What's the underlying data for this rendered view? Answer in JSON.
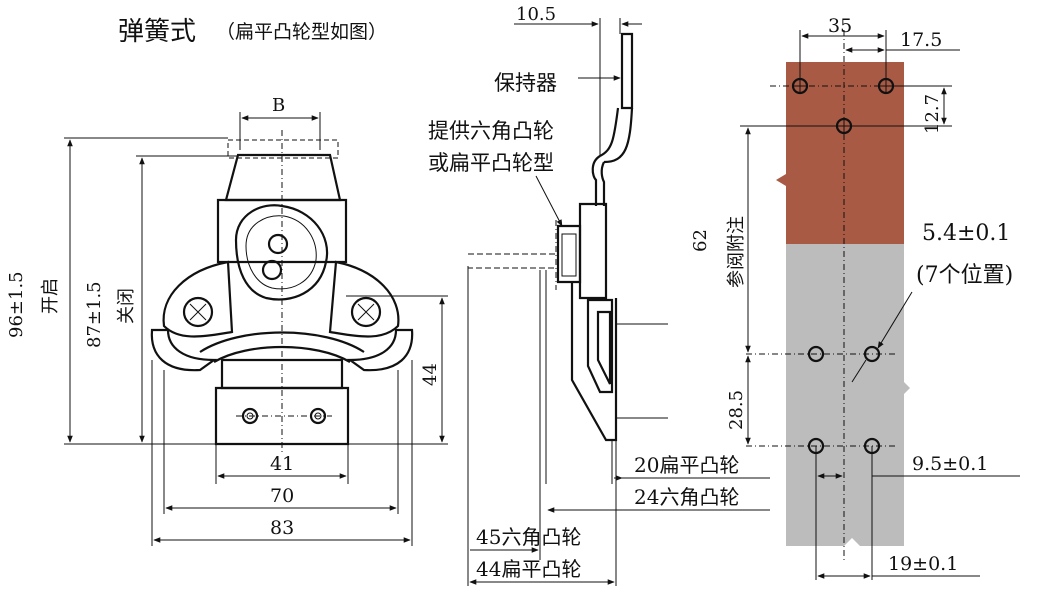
{
  "title": {
    "main": "弹簧式",
    "note": "（扁平凸轮型如图）"
  },
  "front_view": {
    "b_label": "B",
    "dim_96": "96±1.5",
    "dim_96_note": "开启",
    "dim_87": "87±1.5",
    "dim_87_note": "关闭",
    "dim_44": "44",
    "dim_41": "41",
    "dim_70": "70",
    "dim_83": "83"
  },
  "side_view": {
    "dim_10_5": "10.5",
    "keeper_label": "保持器",
    "cam_label_1": "提供六角凸轮",
    "cam_label_2": "或扁平凸轮型",
    "dim_20": "20扁平凸轮",
    "dim_24": "24六角凸轮",
    "dim_45": "45六角凸轮",
    "dim_44": "44扁平凸轮"
  },
  "hole_pattern": {
    "dim_35": "35",
    "dim_17_5": "17.5",
    "dim_12_7": "12.7",
    "dim_62": "62",
    "dim_62_note": "参阅附注",
    "hole_dia": "5.4±0.1",
    "hole_count": "(7个位置)",
    "dim_28_5": "28.5",
    "dim_9_5": "9.5±0.1",
    "dim_19": "19±0.1",
    "upper_color": "#a85a45",
    "lower_color": "#bcbcbc"
  }
}
